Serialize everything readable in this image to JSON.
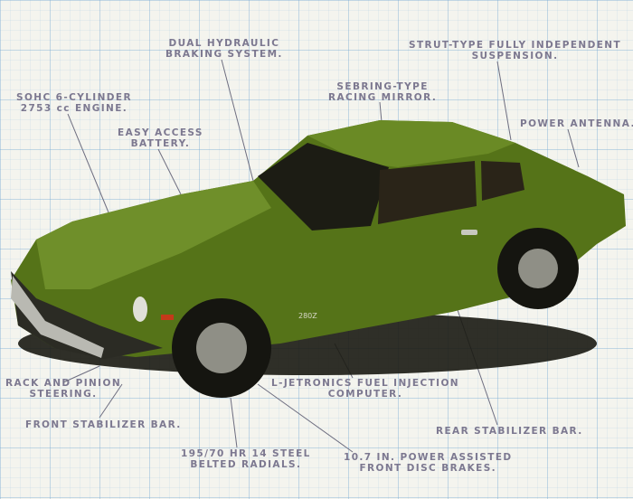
{
  "callouts": {
    "brakes_hydraulic": [
      "DUAL HYDRAULIC",
      "BRAKING SYSTEM."
    ],
    "suspension": [
      "STRUT-TYPE FULLY INDEPENDENT",
      "SUSPENSION."
    ],
    "engine": [
      "SOHC 6-CYLINDER",
      "2753 cc ENGINE."
    ],
    "mirror": [
      "SEBRING-TYPE",
      "RACING MIRROR."
    ],
    "antenna": [
      "POWER ANTENNA."
    ],
    "battery": [
      "EASY ACCESS",
      "BATTERY."
    ],
    "steering": [
      "RACK AND PINION",
      "STEERING."
    ],
    "fuel_injection": [
      "L-JETRONICS FUEL INJECTION",
      "COMPUTER."
    ],
    "front_stabilizer": [
      "FRONT STABILIZER BAR."
    ],
    "rear_stabilizer": [
      "REAR STABILIZER BAR."
    ],
    "tires": [
      "195/70 HR 14 STEEL",
      "BELTED RADIALS."
    ],
    "disc_brakes": [
      "10.7 IN. POWER ASSISTED",
      "FRONT DISC BRAKES."
    ]
  },
  "car_badge": "280Z",
  "colors": {
    "body": "#5b7a1e",
    "label": "#7c7890"
  }
}
